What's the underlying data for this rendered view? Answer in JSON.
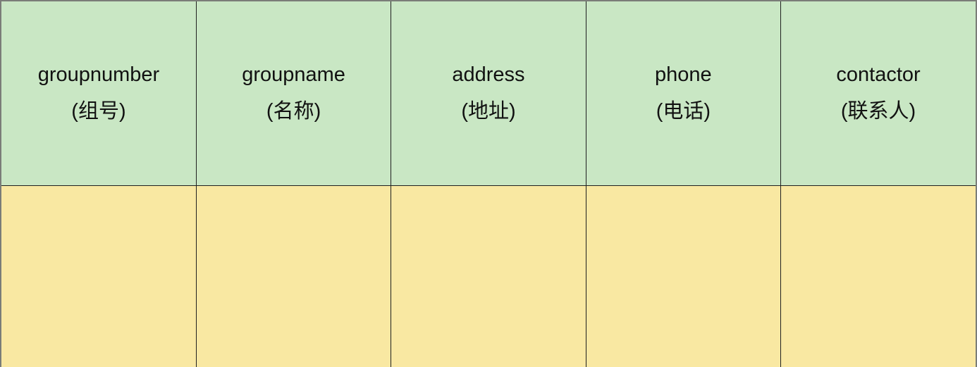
{
  "table": {
    "header_bg": "#c9e7c4",
    "body_bg": "#f9e8a2",
    "grid_color": "#1f1f1f",
    "outer_border_color": "#7a7d78",
    "columns": [
      {
        "key": "groupnumber",
        "label_en": "groupnumber",
        "label_zh": "(组号)"
      },
      {
        "key": "groupname",
        "label_en": "groupname",
        "label_zh": "(名称)"
      },
      {
        "key": "address",
        "label_en": "address",
        "label_zh": "(地址)"
      },
      {
        "key": "phone",
        "label_en": "phone",
        "label_zh": "(电话)"
      },
      {
        "key": "contactor",
        "label_en": "contactor",
        "label_zh": "(联系人)"
      }
    ],
    "body_row": [
      "",
      "",
      "",
      "",
      ""
    ]
  }
}
